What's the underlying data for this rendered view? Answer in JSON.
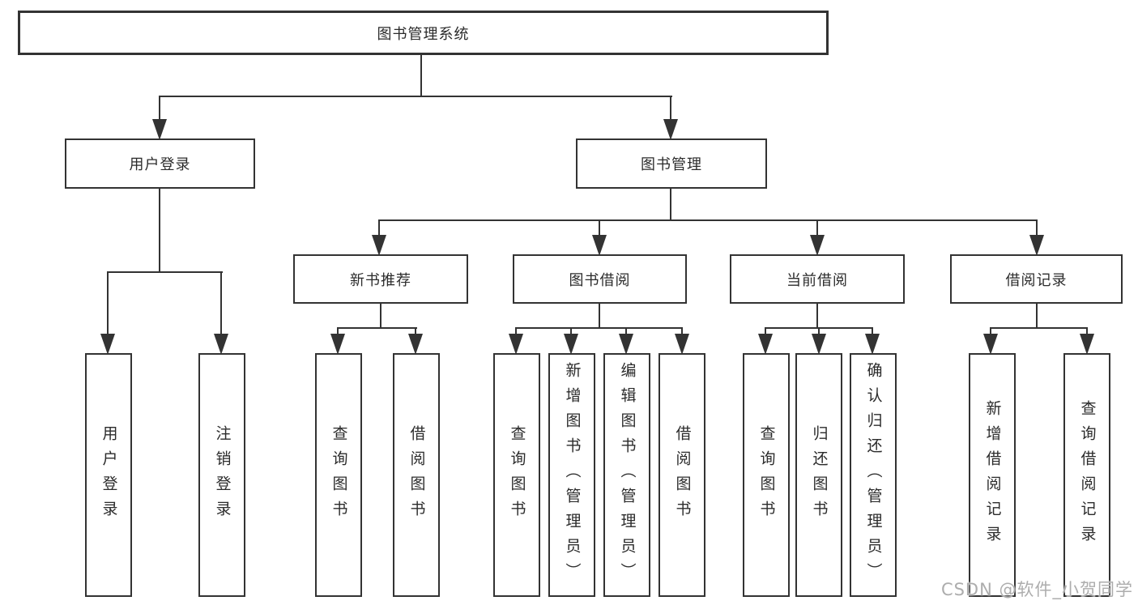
{
  "diagram": {
    "root": "图书管理系统",
    "level2": [
      "用户登录",
      "图书管理"
    ],
    "level3": [
      "新书推荐",
      "图书借阅",
      "当前借阅",
      "借阅记录"
    ],
    "leaves": {
      "user_login": [
        "用户登录",
        "注销登录"
      ],
      "new_books": [
        "查询图书",
        "借阅图书"
      ],
      "book_borrow": [
        "查询图书",
        "新增图书（管理员）",
        "编辑图书（管理员）",
        "借阅图书"
      ],
      "current_borrow": [
        "查询图书",
        "归还图书",
        "确认归还（管理员）"
      ],
      "borrow_records": [
        "新增借阅记录",
        "查询借阅记录"
      ]
    }
  },
  "watermark": {
    "text": "CSDN @软件_小贺同学"
  },
  "colors": {
    "line": "#333333",
    "text": "#2b2b2b",
    "watermark": "#a6a6a6",
    "background": "#ffffff"
  }
}
